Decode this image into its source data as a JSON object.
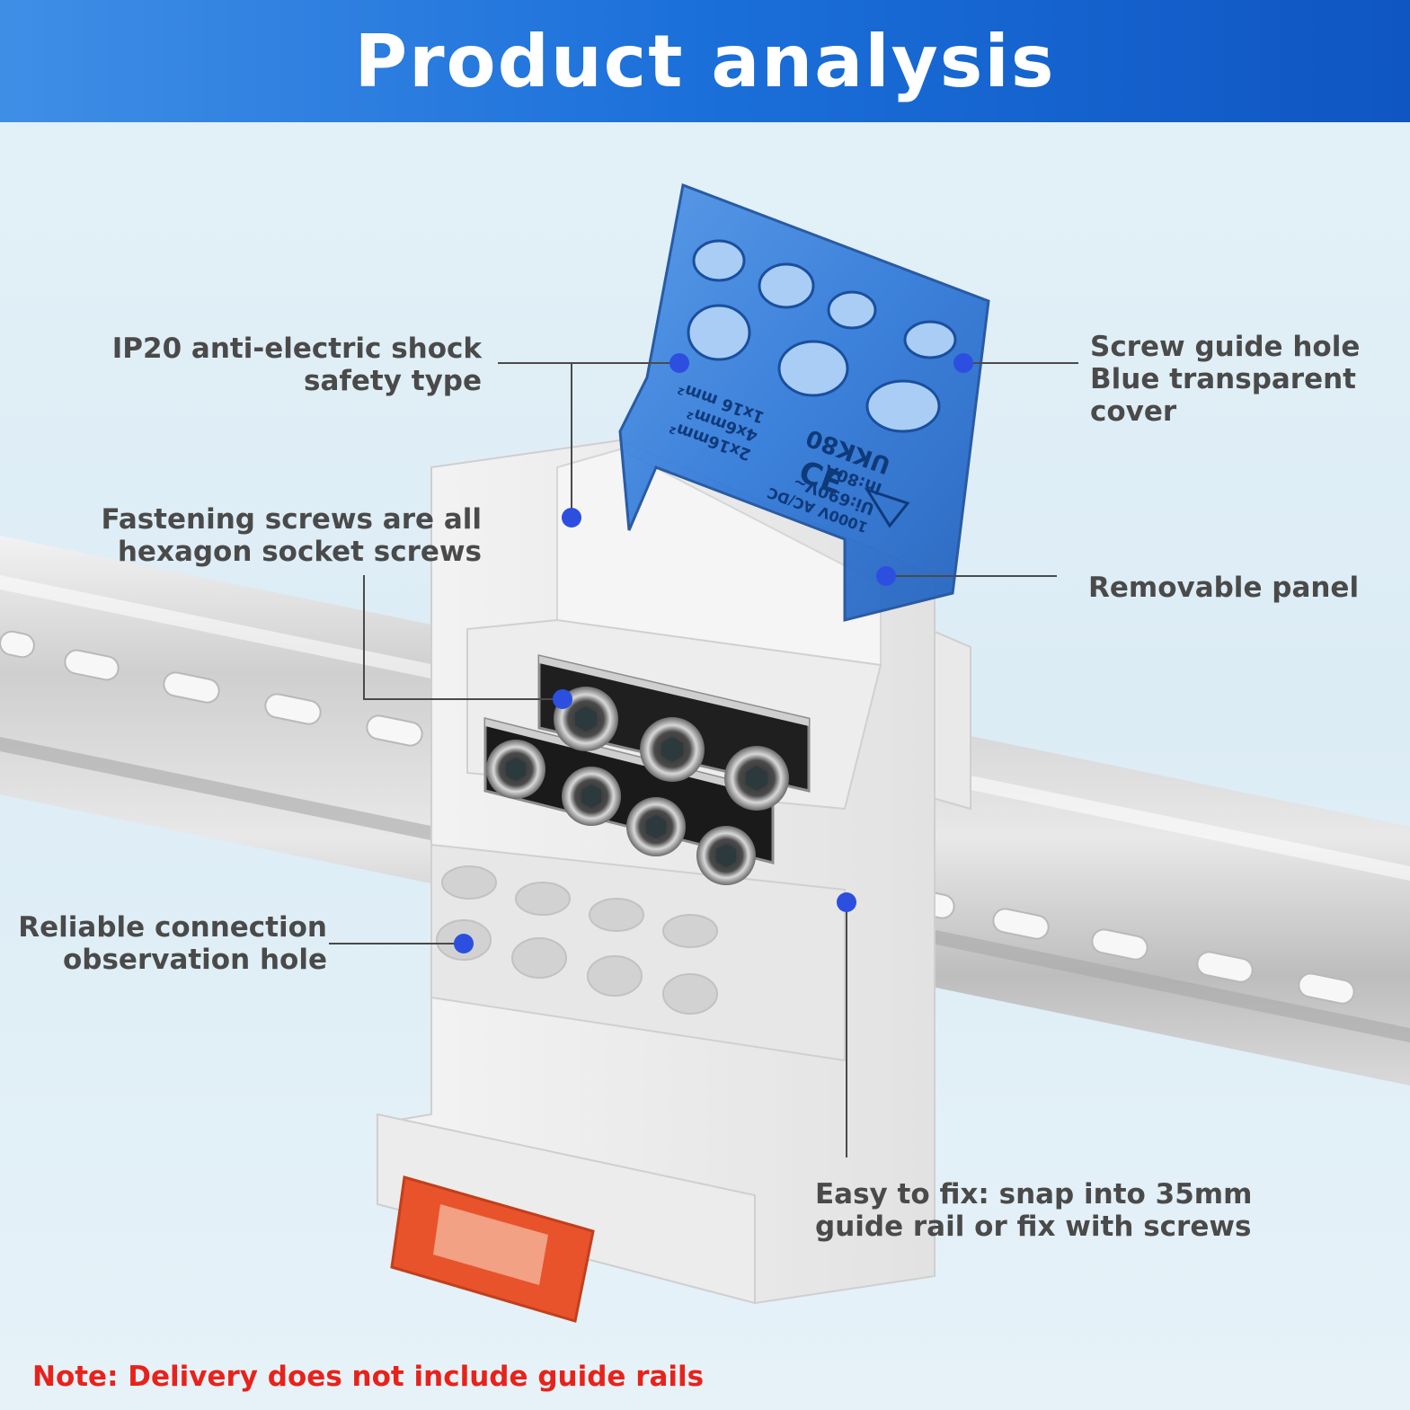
{
  "header": {
    "title": "Product analysis"
  },
  "callouts": {
    "ip20": {
      "line1": "IP20 anti-electric shock",
      "line2": "safety type"
    },
    "fastening": {
      "line1": "Fastening screws are all",
      "line2": "hexagon socket screws"
    },
    "observation": {
      "line1": "Reliable connection",
      "line2": "observation hole"
    },
    "screw_guide": {
      "line1": "Screw guide hole",
      "line2": "Blue transparent",
      "line3": "cover"
    },
    "removable": {
      "line1": "Removable panel"
    },
    "easy_fix": {
      "line1": "Easy to fix: snap into 35mm",
      "line2": "guide rail or fix with screws"
    }
  },
  "product": {
    "model": "UKK80",
    "rating_1": "In:80A",
    "rating_2": "Ui:690V~",
    "rating_3": "1000V AC/DC",
    "spec_1": "1x16 mm²",
    "spec_2": "4x6mm²",
    "spec_3": "2x16mm²",
    "cert": "CE"
  },
  "note": "Note: Delivery does not include guide rails",
  "colors": {
    "header_blue": "#1b6fd9",
    "cover_blue": "#2f78d8",
    "dot_blue": "#2c4fe0",
    "note_red": "#e8221b",
    "tab_orange": "#e8532b"
  }
}
